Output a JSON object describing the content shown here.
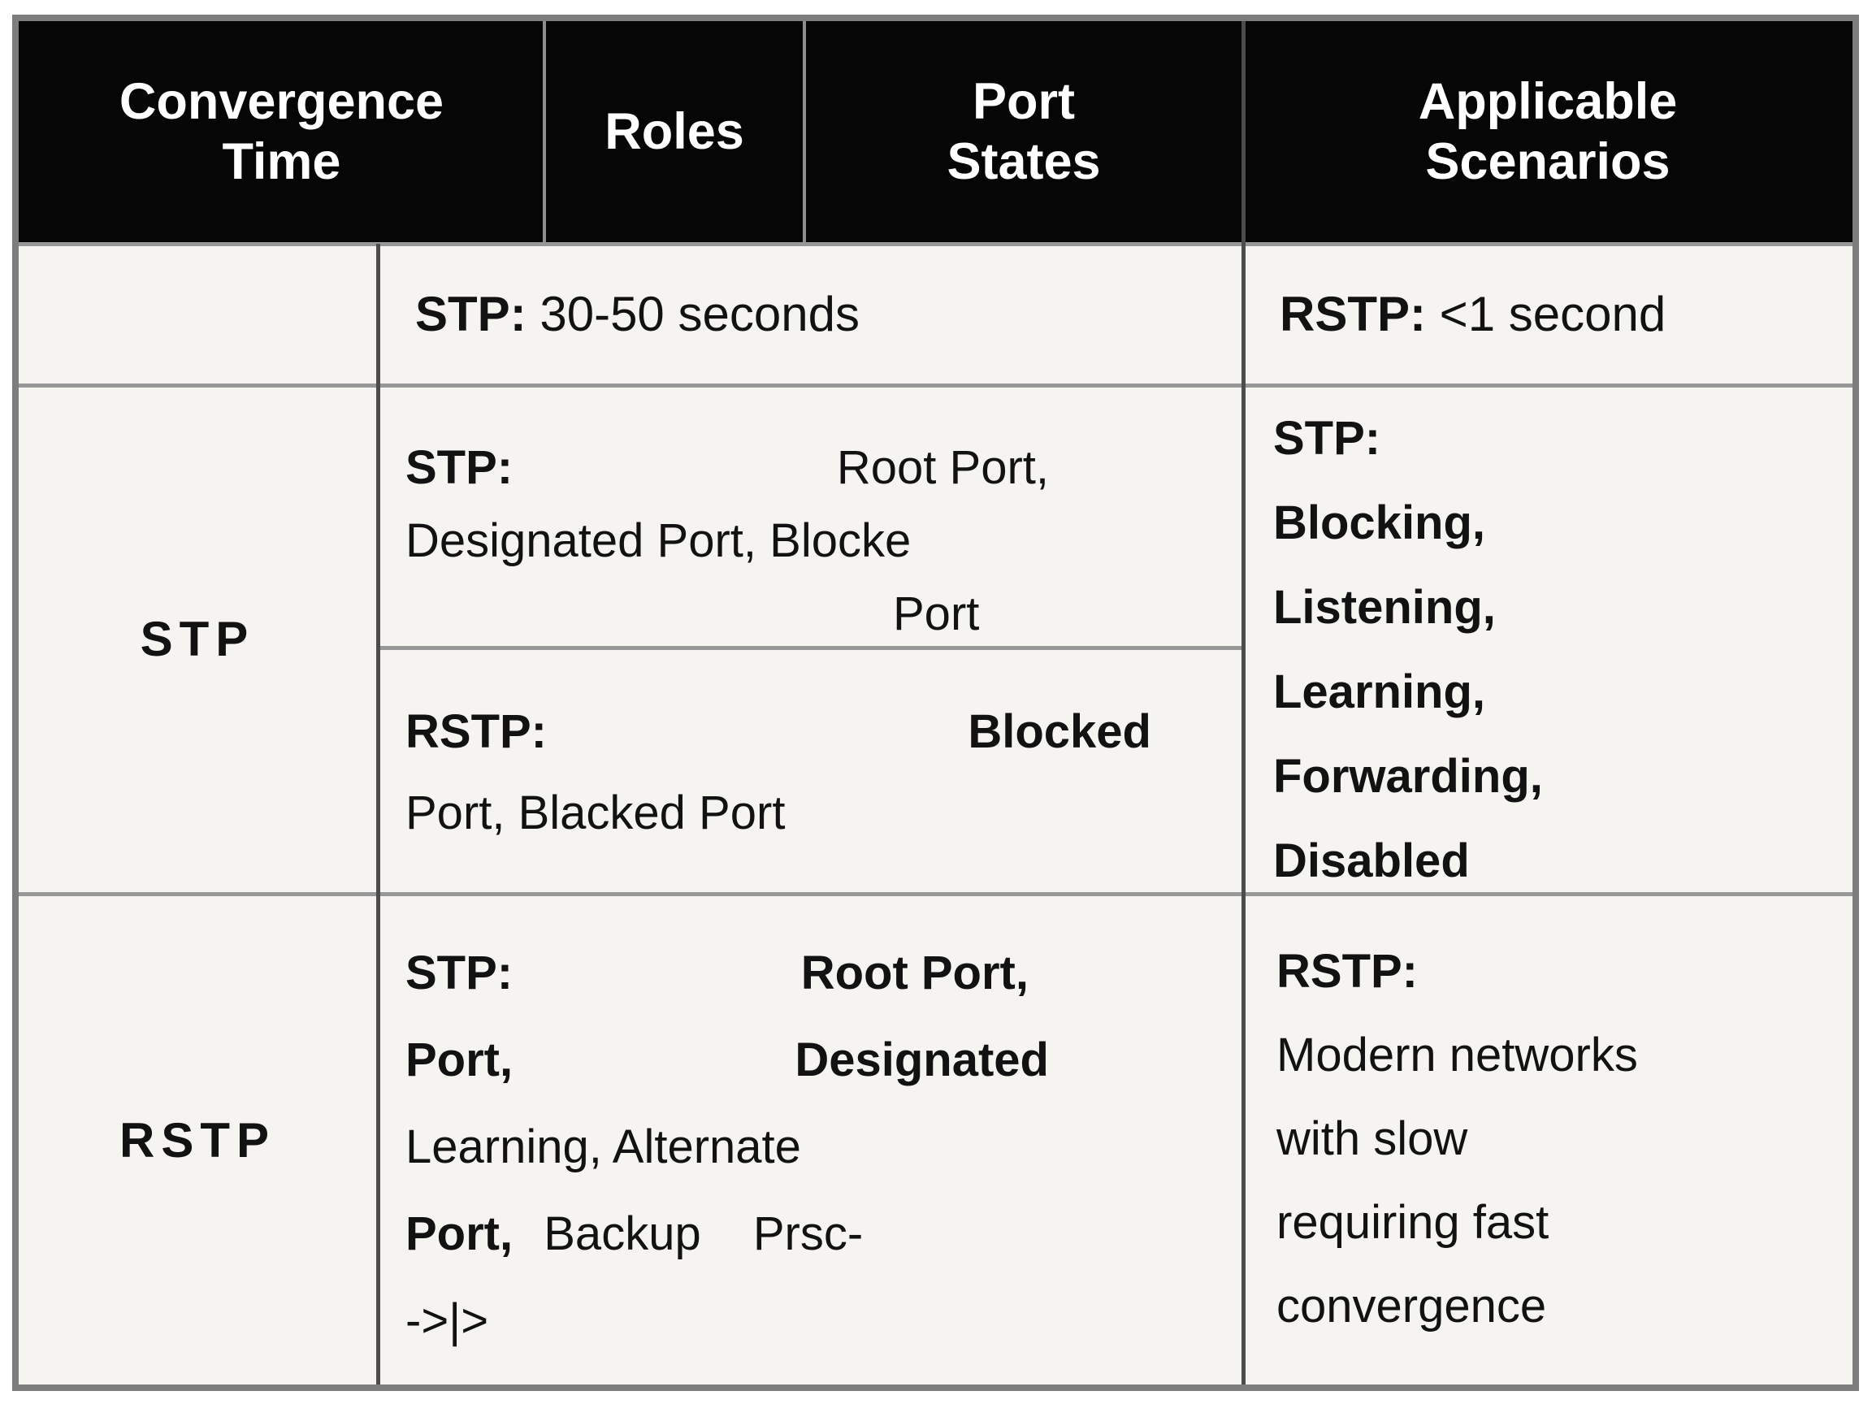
{
  "header": {
    "columns": [
      {
        "label": "Convergence\nTime"
      },
      {
        "label": "Roles"
      },
      {
        "label": "Port\nStates"
      },
      {
        "label": "Applicable\nScenarios"
      }
    ]
  },
  "rows": {
    "convergence_time": {
      "stp_label": "STP:",
      "stp_value": "30-50 seconds",
      "rstp_label": "RSTP:",
      "rstp_value": "<1 second"
    },
    "stp": {
      "row_label": "STP",
      "roles_stp": {
        "label": "STP:",
        "line1_value": "Root Port,",
        "line2": "Designated Port, Blocke",
        "line3": "Port"
      },
      "roles_rstp": {
        "label": "RSTP:",
        "line1_value": "Blocked",
        "line2": "Port, Blacked Port"
      },
      "scenarios": {
        "label": "STP:",
        "lines": [
          "Blocking,",
          "Listening,",
          "Learning,",
          "Forwarding,",
          "Disabled"
        ]
      }
    },
    "rstp": {
      "row_label": "RSTP",
      "roles": {
        "line1_label": "STP:",
        "line1_value": "Root Port,",
        "line2_part1": "Port,",
        "line2_part2": "Designated",
        "line3": "Learning, Alternate",
        "line4_part1": "Port,",
        "line4_part2": "Backup",
        "line4_part3": "Prsc-",
        "line5": "->|>"
      },
      "scenarios": {
        "label": "RSTP:",
        "lines": [
          "Modern networks",
          "with slow",
          "requiring fast",
          "convergence"
        ]
      }
    }
  },
  "colors": {
    "header_bg": "#060606",
    "header_text": "#ffffff",
    "cell_bg": "#f5f4f1",
    "body_text": "#121212",
    "outer_border": "#7d7d7d",
    "horizontal_divider": "#979797",
    "vertical_divider": "#4c4c4c"
  }
}
